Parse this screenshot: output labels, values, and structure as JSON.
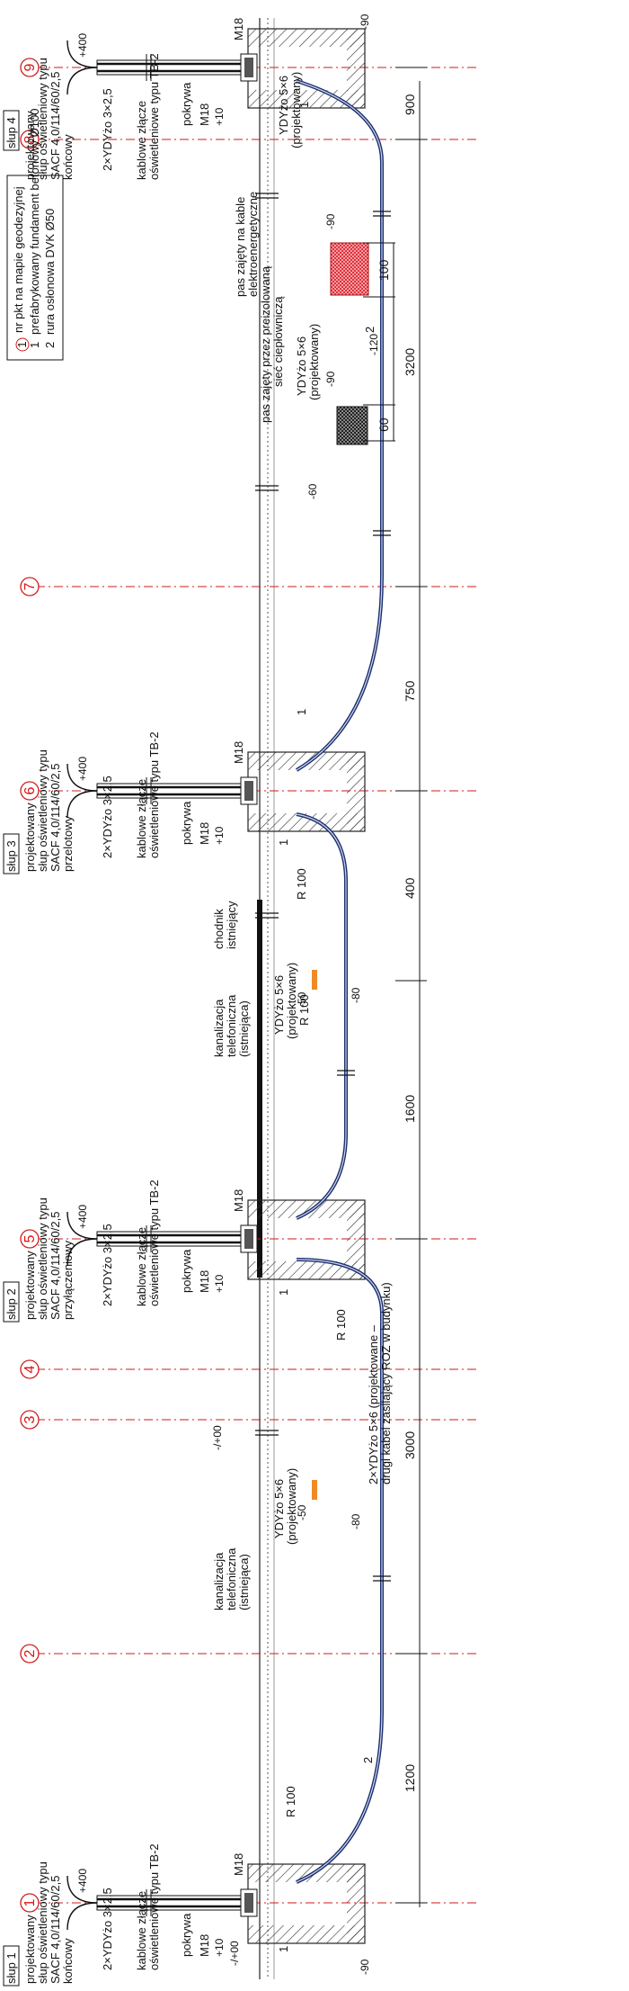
{
  "legend": {
    "item1_marker": "1",
    "item1_text": "nr pkt na mapie geodezyjnej",
    "item2_marker": "1",
    "item2_text": "prefabrykowany fundament betonowy Ø100",
    "item3_marker": "2",
    "item3_text": "rura osłonowa DVK Ø50"
  },
  "points": [
    "1",
    "2",
    "3",
    "4",
    "5",
    "6",
    "7",
    "8",
    "9"
  ],
  "poles": [
    {
      "tag": "słup 1",
      "line1": "projektowany",
      "line2": "słup oświetleniowy typu",
      "line3": "SACF 4,0/114/60/2,5",
      "line4": "końcowy"
    },
    {
      "tag": "słup 2",
      "line1": "projektowany",
      "line2": "słup oświetleniowy typu",
      "line3": "SACF 4,0/114/60/2,5",
      "line4": "przyłączeniowy"
    },
    {
      "tag": "słup 3",
      "line1": "projektowany",
      "line2": "słup oświetleniowy typu",
      "line3": "SACF 4,0/114/60/2,5",
      "line4": "przelotowy"
    },
    {
      "tag": "słup 4",
      "line1": "projektowany",
      "line2": "słup oświetleniowy typu",
      "line3": "SACF 4,0/114/60/2,5",
      "line4": "końcowy"
    }
  ],
  "pole_common": {
    "cable": "2×YDYżo 3×2,5",
    "joint1": "kablowe złącze",
    "joint2": "oświetleniowe typu TB-2",
    "cover": "pokrywa",
    "bolt": "M18",
    "level_plus10": "+10",
    "level_plus400": "+400",
    "level_minus90": "-90"
  },
  "ground": {
    "zero_left": "-/+00",
    "zero_mid": "-/+00"
  },
  "cables": {
    "ydy_proj_1": "YDYżo 5×6",
    "ydy_proj_1b": "(projektowany)",
    "ydy_proj_2": "YDYżo 5×6",
    "ydy_proj_2b": "(projektowany)",
    "ydy_proj_3": "YDYżo 5×6",
    "ydy_proj_3b": "(projektowany)",
    "ydy_proj_4": "YDYżo 5×6",
    "ydy_proj_4b": "(projektowany)",
    "double1": "2×YDYżo 5×6 (projektowane –",
    "double2": "drugi kabel zasilający ROZ w budynku)"
  },
  "features": {
    "kanal_a1": "kanalizacja",
    "kanal_a2": "telefoniczna",
    "kanal_a3": "(istniejąca)",
    "kanal_b1": "kanalizacja",
    "kanal_b2": "telefoniczna",
    "kanal_b3": "(istniejąca)",
    "chodnik1": "chodnik",
    "chodnik2": "istniejący",
    "heat1": "pas zajęty przez preizolowaną",
    "heat2": "sieć ciepłowniczą",
    "power1": "pas zajęty na kable",
    "power2": "elektroenergetyczne",
    "r100": "R 100",
    "marker1": "1",
    "marker2": "2"
  },
  "levels": {
    "m50": "-50",
    "m80": "-80",
    "m60": "-60",
    "m90": "-90",
    "m120": "-120"
  },
  "dimensions": {
    "d1200": "1200",
    "d3000": "3000",
    "d1600": "1600",
    "d400": "400",
    "d750": "750",
    "d3200": "3200",
    "d60": "60",
    "d100": "100",
    "d900": "900"
  },
  "colors": {
    "point_red": "#d11a1a",
    "cable_blue": "#1c2f6e",
    "power_red": "#e0323c",
    "conduit_orange": "#f08a24"
  }
}
